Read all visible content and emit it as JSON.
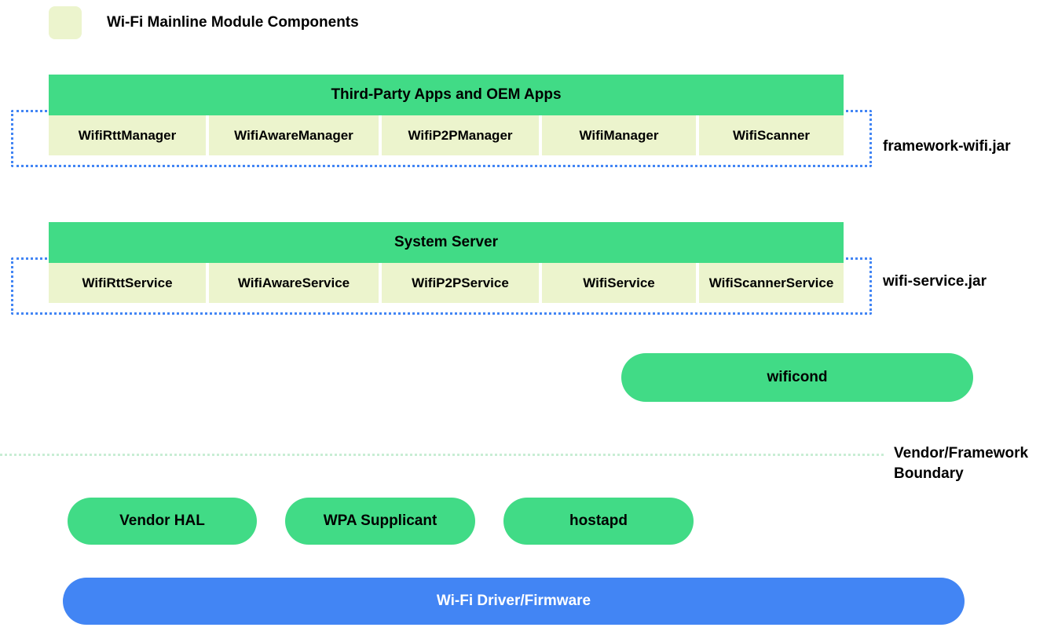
{
  "legend": {
    "label": "Wi-Fi Mainline Module Components",
    "swatch_color": "#ECF4CD",
    "swatch_icon": "legend-swatch-icon"
  },
  "colors": {
    "green": "#41DB86",
    "pale_green": "#ECF4CD",
    "blue": "#4285F4",
    "dotted_blue": "#4285F4",
    "boundary_green": "#C8EDD4"
  },
  "layers": {
    "framework": {
      "header": "Third-Party Apps and OEM Apps",
      "jar_label": "framework-wifi.jar",
      "components": [
        "WifiRttManager",
        "WifiAwareManager",
        "WifiP2PManager",
        "WifiManager",
        "WifiScanner"
      ]
    },
    "service": {
      "header": "System Server",
      "jar_label": "wifi-service.jar",
      "components": [
        "WifiRttService",
        "WifiAwareService",
        "WifiP2PService",
        "WifiService",
        "WifiScannerService"
      ]
    },
    "daemon": {
      "label": "wificond"
    },
    "boundary": {
      "label": "Vendor/Framework Boundary"
    },
    "vendor": {
      "items": [
        "Vendor HAL",
        "WPA Supplicant",
        "hostapd"
      ]
    },
    "driver": {
      "label": "Wi-Fi Driver/Firmware"
    }
  }
}
